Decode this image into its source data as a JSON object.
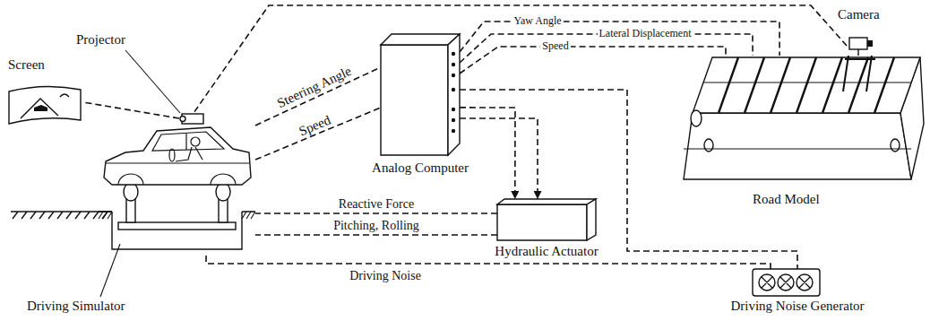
{
  "diagram": {
    "nodes": [
      {
        "text": [
          "Screen"
        ]
      },
      {
        "text": [
          "Projector"
        ]
      },
      {
        "text": [
          "Analog Computer"
        ]
      },
      {
        "text": [
          "Camera"
        ]
      },
      {
        "text": [
          "Road Model"
        ]
      },
      {
        "text": [
          "Driving Simulator"
        ]
      },
      {
        "text": [
          "Hydraulic Actuator"
        ]
      },
      {
        "text": [
          "Driving Noise Generator"
        ]
      }
    ],
    "edges": [
      {
        "from": 5,
        "to": 2,
        "label": "Steering Angle",
        "arrow": "none"
      },
      {
        "from": 5,
        "to": 2,
        "label": "Speed",
        "arrow": "none"
      },
      {
        "from": 2,
        "to": 4,
        "label": "Yaw Angle",
        "arrow": "none"
      },
      {
        "from": 2,
        "to": 4,
        "label": "Lateral Displacement",
        "arrow": "none"
      },
      {
        "from": 2,
        "to": 4,
        "label": "Speed",
        "arrow": "none"
      },
      {
        "from": 2,
        "to": 6,
        "arrow": "to"
      },
      {
        "from": 2,
        "to": 6,
        "arrow": "to"
      },
      {
        "from": 6,
        "to": 5,
        "label": "Reactive Force",
        "arrow": "none"
      },
      {
        "from": 6,
        "to": 5,
        "label": "Pitching, Rolling",
        "arrow": "none"
      },
      {
        "from": 7,
        "to": 5,
        "label": "Driving Noise",
        "arrow": "none"
      },
      {
        "from": 2,
        "to": 7,
        "arrow": "none"
      },
      {
        "from": 3,
        "to": 1,
        "arrow": "none"
      },
      {
        "from": 1,
        "to": 0,
        "arrow": "none"
      }
    ]
  }
}
